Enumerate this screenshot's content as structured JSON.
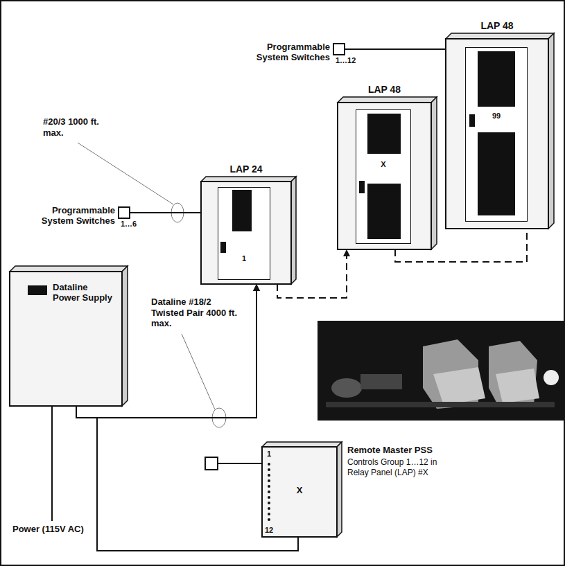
{
  "diagram": {
    "nodes": [
      {
        "text": [
          "Programmable System Switches",
          "1…12"
        ]
      },
      {
        "text": [
          "LAP 48",
          "99"
        ]
      },
      {
        "text": [
          "LAP 48",
          "X"
        ]
      },
      {
        "text": [
          "Programmable System Switches",
          "1…6"
        ]
      },
      {
        "text": [
          "LAP 24",
          "1"
        ]
      },
      {
        "text": [
          "Dataline Power Supply"
        ]
      },
      {
        "text": [
          "Remote Master PSS",
          "Controls Group 1…12 in Relay Panel (LAP) #X",
          "1",
          "X",
          "12"
        ]
      }
    ],
    "edges": [
      {
        "from": 0,
        "to": 1,
        "arrow": "none"
      },
      {
        "from": 3,
        "to": 4,
        "arrow": "none"
      },
      {
        "from": 5,
        "to": 4,
        "arrow": "to"
      },
      {
        "from": 4,
        "to": 2,
        "arrow": "to"
      },
      {
        "from": 2,
        "to": 1,
        "arrow": "none"
      },
      {
        "from": 6,
        "to": 4,
        "arrow": "to"
      }
    ],
    "labels": [
      "#20/3 1000 ft. max.",
      "Dataline #18/2 Twisted Pair 4000 ft. max.",
      "Power (115V AC)"
    ]
  }
}
